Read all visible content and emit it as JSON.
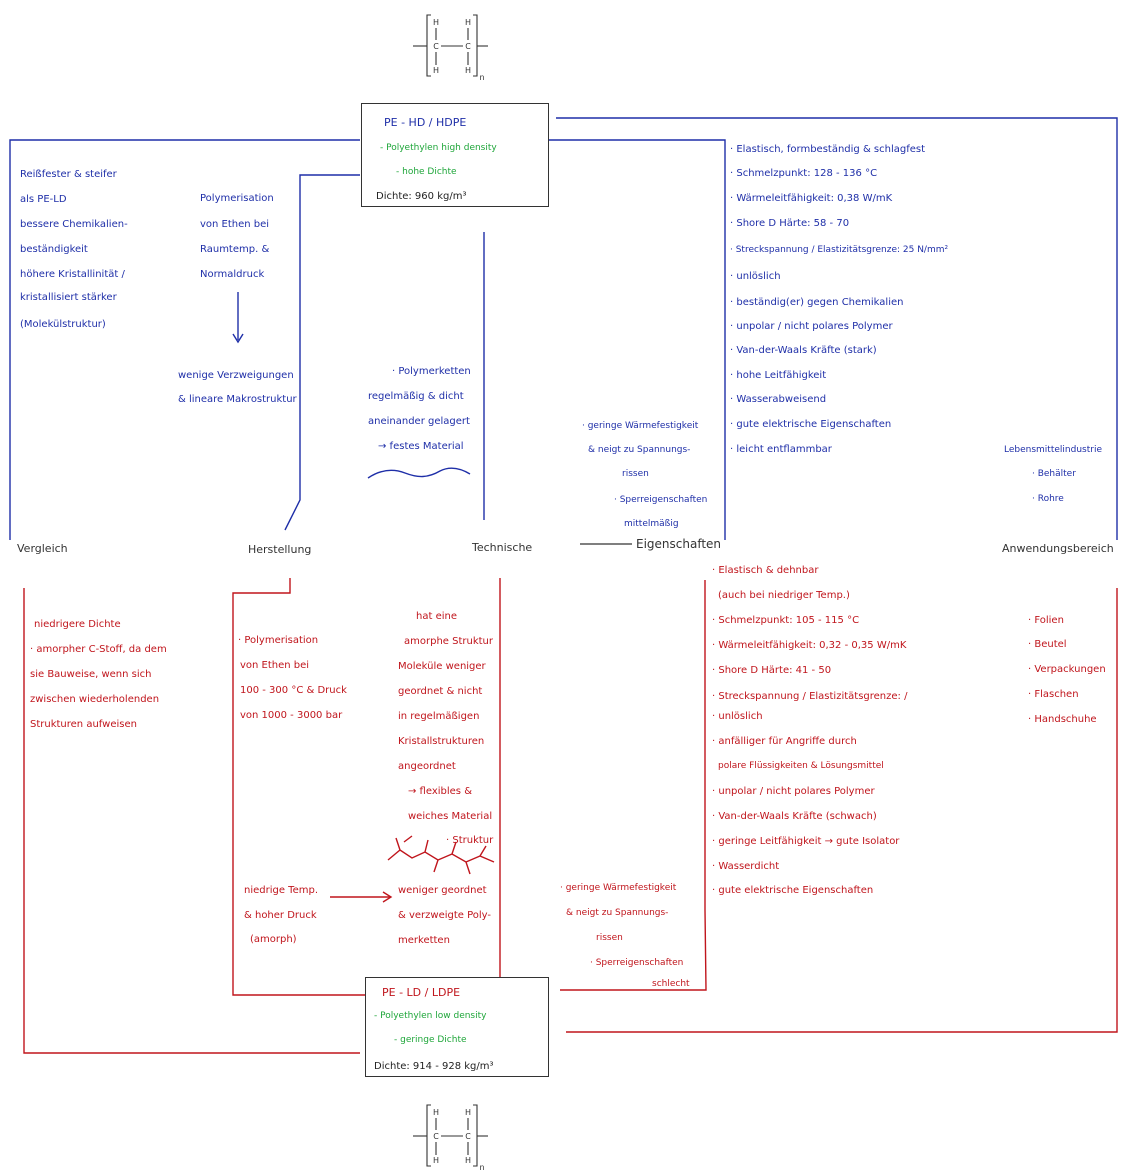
{
  "hdpe": {
    "title": "PE - HD     / HDPE",
    "sub1": "- Polyethylen  high  density",
    "sub2": "- hohe  Dichte",
    "density": "Dichte:  960 kg/m³"
  },
  "ldpe": {
    "title": "PE - LD     / LDPE",
    "sub1": "- Polyethylen  low  density",
    "sub2": "- geringe  Dichte",
    "density": "Dichte:  914 - 928 kg/m³"
  },
  "categories": {
    "vergleich": "Vergleich",
    "herstellung": "Herstellung",
    "technische": "Technische",
    "eigenschaften": "Eigenschaften",
    "anwendung": "Anwendungsbereich"
  },
  "blue": {
    "vergleich": [
      "Reißfester & steifer",
      "als PE-LD",
      "bessere Chemikalien-",
      "beständigkeit",
      "höhere Kristallinität /",
      "kristallisiert stärker",
      "(Molekülstruktur)"
    ],
    "herstellung": [
      "Polymerisation",
      "von Ethen bei",
      "Raumtemp. &",
      "Normaldruck"
    ],
    "herstellung_result": [
      "wenige Verzweigungen",
      "& lineare Makrostruktur"
    ],
    "technische": [
      "· Polymerketten",
      "regelmäßig & dicht",
      "aneinander gelagert",
      "→ festes Material"
    ],
    "eigen_extra": [
      "· geringe Wärmefestigkeit",
      "& neigt zu Spannungs-",
      "rissen",
      "· Sperreigenschaften",
      "mittelmäßig"
    ],
    "eigenschaften": [
      "· Elastisch, formbeständig & schlagfest",
      "· Schmelzpunkt: 128 - 136 °C",
      "· Wärmeleitfähigkeit: 0,38 W/mK",
      "· Shore D Härte: 58 - 70",
      "· Streckspannung / Elastizitätsgrenze: 25 N/mm²",
      "· unlöslich",
      "· beständig(er) gegen Chemikalien",
      "· unpolar / nicht polares Polymer",
      "· Van-der-Waals Kräfte (stark)",
      "· hohe Leitfähigkeit",
      "· Wasserabweisend",
      "· gute elektrische Eigenschaften",
      "· leicht entflammbar"
    ],
    "anwendung": [
      "Lebensmittelindustrie",
      "· Behälter",
      "· Rohre"
    ]
  },
  "red": {
    "vergleich": [
      "niedrigere Dichte",
      "· amorpher C-Stoff, da dem",
      "sie Bauweise, wenn sich",
      "zwischen wiederholenden",
      "Strukturen aufweisen"
    ],
    "herstellung": [
      "· Polymerisation",
      "von Ethen bei",
      "100 - 300 °C & Druck",
      "von 1000 - 3000 bar"
    ],
    "herstellung_cond": [
      "niedrige Temp.",
      "& hoher Druck",
      "(amorph)"
    ],
    "technische": [
      "hat eine",
      "amorphe Struktur",
      "Moleküle weniger",
      "geordnet & nicht",
      "in regelmäßigen",
      "Kristallstrukturen",
      "angeordnet",
      "→ flexibles &",
      "weiches Material",
      "· Struktur"
    ],
    "technische2": [
      "weniger geordnet",
      "& verzweigte Poly-",
      "merketten"
    ],
    "eigen_extra": [
      "· geringe Wärmefestigkeit",
      "& neigt zu Spannungs-",
      "rissen",
      "· Sperreigenschaften",
      "schlecht"
    ],
    "eigenschaften": [
      "· Elastisch & dehnbar",
      "(auch bei niedriger Temp.)",
      "· Schmelzpunkt: 105 - 115 °C",
      "· Wärmeleitfähigkeit: 0,32 - 0,35 W/mK",
      "· Shore D Härte: 41 - 50",
      "· Streckspannung / Elastizitätsgrenze: /",
      "· unlöslich",
      "· anfälliger für Angriffe durch",
      "polare Flüssigkeiten & Lösungsmittel",
      "· unpolar / nicht polares Polymer",
      "· Van-der-Waals Kräfte (schwach)",
      "· geringe Leitfähigkeit → gute Isolator",
      "· Wasserdicht",
      "· gute elektrische Eigenschaften"
    ],
    "anwendung": [
      "· Folien",
      "· Beutel",
      "· Verpackungen",
      "· Flaschen",
      "· Handschuhe"
    ]
  },
  "molecule": {
    "h": "H",
    "c": "C",
    "n": "n"
  },
  "colors": {
    "blue": "#1f2fa8",
    "red": "#c0151c",
    "green": "#1fa63a",
    "ink": "#333333"
  }
}
